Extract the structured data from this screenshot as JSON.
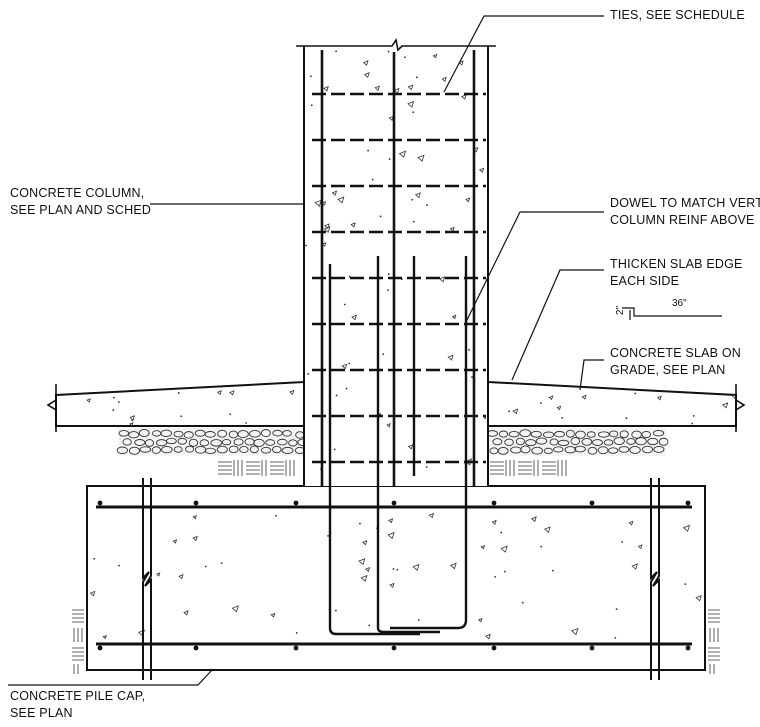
{
  "labels": {
    "ties": "TIES, SEE SCHEDULE",
    "column": [
      "CONCRETE COLUMN,",
      "SEE PLAN AND SCHED"
    ],
    "dowel": [
      "DOWEL TO MATCH VERT",
      "COLUMN REINF ABOVE"
    ],
    "thicken": [
      "THICKEN SLAB EDGE",
      "EACH SIDE"
    ],
    "slab": [
      "CONCRETE SLAB ON",
      "GRADE, SEE PLAN"
    ],
    "pilecap": [
      "CONCRETE PILE CAP,",
      "SEE PLAN"
    ]
  },
  "dimensions": {
    "thicken_depth": "2\"",
    "thicken_width": "36\""
  }
}
